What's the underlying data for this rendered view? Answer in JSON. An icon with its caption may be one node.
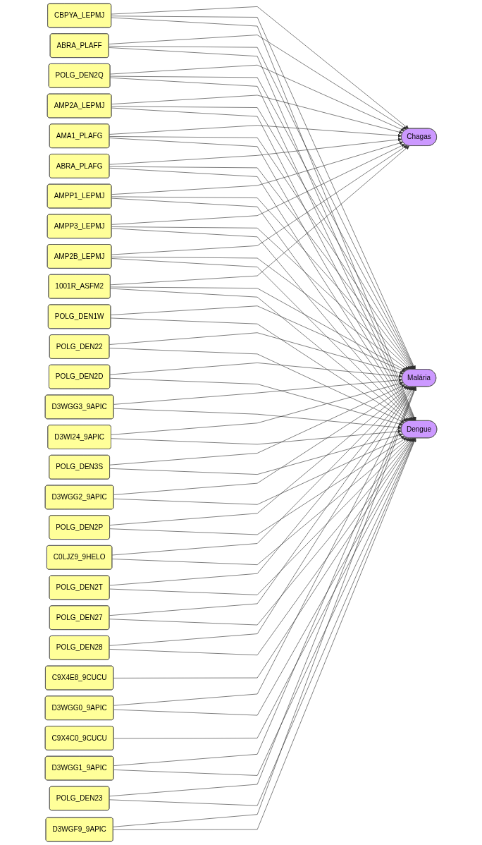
{
  "diagram": {
    "nodes": [
      {
        "text": [
          "Chagas"
        ]
      },
      {
        "text": [
          "CBPYA_LEPMJ"
        ]
      },
      {
        "text": [
          "ABRA_PLAFF"
        ]
      },
      {
        "text": [
          "POLG_DEN2Q"
        ]
      },
      {
        "text": [
          "AMP2A_LEPMJ"
        ]
      },
      {
        "text": [
          "AMA1_PLAFG"
        ]
      },
      {
        "text": [
          "ABRA_PLAFG"
        ]
      },
      {
        "text": [
          "AMPP1_LEPMJ"
        ]
      },
      {
        "text": [
          "AMPP3_LEPMJ"
        ]
      },
      {
        "text": [
          "AMP2B_LEPMJ"
        ]
      },
      {
        "text": [
          "1001R_ASFM2"
        ]
      },
      {
        "text": [
          "Malária"
        ]
      },
      {
        "text": [
          "Dengue"
        ]
      },
      {
        "text": [
          "C9X4E8_9CUCU"
        ]
      },
      {
        "text": [
          "C9X4C0_9CUCU"
        ]
      },
      {
        "text": [
          "POLG_DEN1W"
        ]
      },
      {
        "text": [
          "POLG_DEN22"
        ]
      },
      {
        "text": [
          "POLG_DEN2D"
        ]
      },
      {
        "text": [
          "D3WGG3_9APIC"
        ]
      },
      {
        "text": [
          "D3WI24_9APIC"
        ]
      },
      {
        "text": [
          "POLG_DEN3S"
        ]
      },
      {
        "text": [
          "D3WGG2_9APIC"
        ]
      },
      {
        "text": [
          "POLG_DEN2P"
        ]
      },
      {
        "text": [
          "C0LJZ9_9HELO"
        ]
      },
      {
        "text": [
          "POLG_DEN2T"
        ]
      },
      {
        "text": [
          "POLG_DEN27"
        ]
      },
      {
        "text": [
          "POLG_DEN28"
        ]
      },
      {
        "text": [
          "D3WGG0_9APIC"
        ]
      },
      {
        "text": [
          "D3WGG1_9APIC"
        ]
      },
      {
        "text": [
          "POLG_DEN23"
        ]
      },
      {
        "text": [
          "D3WGF9_9APIC"
        ]
      }
    ],
    "edges": [
      {
        "from": 1,
        "to": 0,
        "arrow": "to"
      },
      {
        "from": 2,
        "to": 0,
        "arrow": "to"
      },
      {
        "from": 3,
        "to": 0,
        "arrow": "to"
      },
      {
        "from": 4,
        "to": 0,
        "arrow": "to"
      },
      {
        "from": 5,
        "to": 0,
        "arrow": "to"
      },
      {
        "from": 6,
        "to": 0,
        "arrow": "to"
      },
      {
        "from": 7,
        "to": 0,
        "arrow": "to"
      },
      {
        "from": 8,
        "to": 0,
        "arrow": "to"
      },
      {
        "from": 9,
        "to": 0,
        "arrow": "to"
      },
      {
        "from": 10,
        "to": 0,
        "arrow": "to"
      },
      {
        "from": 1,
        "to": 11,
        "arrow": "to"
      },
      {
        "from": 2,
        "to": 11,
        "arrow": "to"
      },
      {
        "from": 3,
        "to": 11,
        "arrow": "to"
      },
      {
        "from": 4,
        "to": 11,
        "arrow": "to"
      },
      {
        "from": 5,
        "to": 11,
        "arrow": "to"
      },
      {
        "from": 6,
        "to": 11,
        "arrow": "to"
      },
      {
        "from": 7,
        "to": 11,
        "arrow": "to"
      },
      {
        "from": 8,
        "to": 11,
        "arrow": "to"
      },
      {
        "from": 9,
        "to": 11,
        "arrow": "to"
      },
      {
        "from": 10,
        "to": 11,
        "arrow": "to"
      },
      {
        "from": 1,
        "to": 12,
        "arrow": "to"
      },
      {
        "from": 2,
        "to": 12,
        "arrow": "to"
      },
      {
        "from": 3,
        "to": 12,
        "arrow": "to"
      },
      {
        "from": 4,
        "to": 12,
        "arrow": "to"
      },
      {
        "from": 5,
        "to": 12,
        "arrow": "to"
      },
      {
        "from": 6,
        "to": 12,
        "arrow": "to"
      },
      {
        "from": 7,
        "to": 12,
        "arrow": "to"
      },
      {
        "from": 8,
        "to": 12,
        "arrow": "to"
      },
      {
        "from": 9,
        "to": 12,
        "arrow": "to"
      },
      {
        "from": 10,
        "to": 12,
        "arrow": "to"
      },
      {
        "from": 13,
        "to": 12,
        "arrow": "to"
      },
      {
        "from": 14,
        "to": 12,
        "arrow": "to"
      },
      {
        "from": 15,
        "to": 11,
        "arrow": "to"
      },
      {
        "from": 16,
        "to": 11,
        "arrow": "to"
      },
      {
        "from": 17,
        "to": 11,
        "arrow": "to"
      },
      {
        "from": 18,
        "to": 11,
        "arrow": "to"
      },
      {
        "from": 19,
        "to": 11,
        "arrow": "to"
      },
      {
        "from": 20,
        "to": 11,
        "arrow": "to"
      },
      {
        "from": 21,
        "to": 11,
        "arrow": "to"
      },
      {
        "from": 22,
        "to": 11,
        "arrow": "to"
      },
      {
        "from": 23,
        "to": 11,
        "arrow": "to"
      },
      {
        "from": 24,
        "to": 11,
        "arrow": "to"
      },
      {
        "from": 25,
        "to": 11,
        "arrow": "to"
      },
      {
        "from": 26,
        "to": 11,
        "arrow": "to"
      },
      {
        "from": 27,
        "to": 11,
        "arrow": "to"
      },
      {
        "from": 28,
        "to": 11,
        "arrow": "to"
      },
      {
        "from": 29,
        "to": 11,
        "arrow": "to"
      },
      {
        "from": 30,
        "to": 11,
        "arrow": "to"
      },
      {
        "from": 15,
        "to": 12,
        "arrow": "to"
      },
      {
        "from": 16,
        "to": 12,
        "arrow": "to"
      },
      {
        "from": 17,
        "to": 12,
        "arrow": "to"
      },
      {
        "from": 18,
        "to": 12,
        "arrow": "to"
      },
      {
        "from": 19,
        "to": 12,
        "arrow": "to"
      },
      {
        "from": 20,
        "to": 12,
        "arrow": "to"
      },
      {
        "from": 21,
        "to": 12,
        "arrow": "to"
      },
      {
        "from": 22,
        "to": 12,
        "arrow": "to"
      },
      {
        "from": 23,
        "to": 12,
        "arrow": "to"
      },
      {
        "from": 24,
        "to": 12,
        "arrow": "to"
      },
      {
        "from": 25,
        "to": 12,
        "arrow": "to"
      },
      {
        "from": 26,
        "to": 12,
        "arrow": "to"
      },
      {
        "from": 27,
        "to": 12,
        "arrow": "to"
      },
      {
        "from": 28,
        "to": 12,
        "arrow": "to"
      },
      {
        "from": 29,
        "to": 12,
        "arrow": "to"
      },
      {
        "from": 30,
        "to": 12,
        "arrow": "to"
      }
    ]
  }
}
